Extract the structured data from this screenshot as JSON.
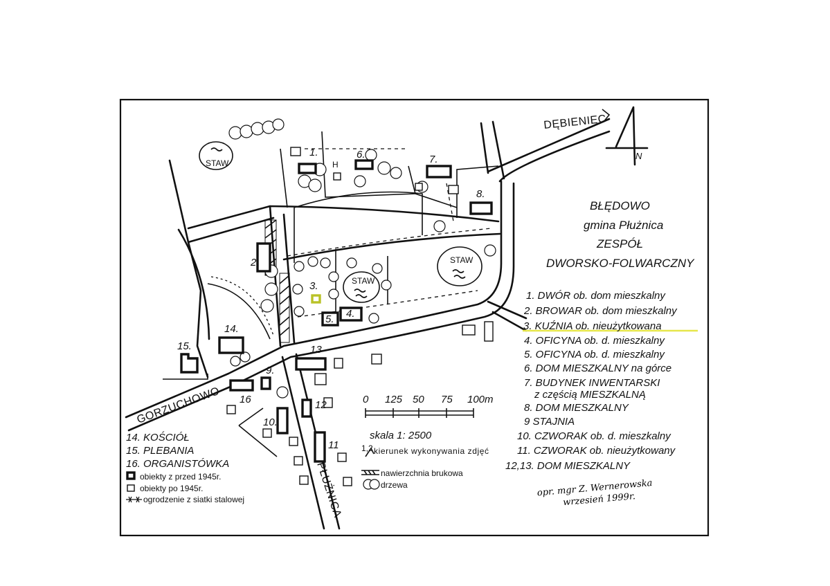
{
  "title": {
    "line1": "BŁĘDOWO",
    "line2": "gmina Płużnica",
    "line3": "ZESPÓŁ",
    "line4": "DWORSKO-FOLWARCZNY"
  },
  "north_label": "N",
  "roads": {
    "debieniec": "DĘBIENIEC",
    "gorzuchowo": "GORZUCHOWO",
    "pluznica": "PŁUŻNICA"
  },
  "ponds": {
    "p1": "STAW",
    "p2": "STAW",
    "p3": "STAW"
  },
  "map_letters": {
    "h": "H"
  },
  "building_numbers": {
    "b1": "1.",
    "b2": "2.",
    "b3": "3.",
    "b4": "4.",
    "b5": "5.",
    "b6": "6.",
    "b7": "7.",
    "b8": "8.",
    "b9": "9.",
    "b10": "10.",
    "b11": "11",
    "b12": "12",
    "b13": "13",
    "b14": "14.",
    "b15": "15.",
    "b16": "16"
  },
  "legend_main": [
    "1. DWÓR ob. dom mieszkalny",
    "2. BROWAR ob. dom mieszkalny",
    "3. KUŹNIA ob. nieużytkowana",
    "4. OFICYNA ob. d. mieszkalny",
    "5. OFICYNA ob. d. mieszkalny",
    "6. DOM MIESZKALNY na górce",
    "7. BUDYNEK INWENTARSKI",
    "z częścią MIESZKALNĄ",
    "8. DOM MIESZKALNY",
    "9 STAJNIA",
    "10. CZWORAK ob. d. mieszkalny",
    "11. CZWORAK ob. nieużytkowany",
    "12,13. DOM MIESZKALNY"
  ],
  "legend_left": [
    "14. KOŚCIÓŁ",
    "15. PLEBANIA",
    "16. ORGANISTÓWKA"
  ],
  "symbols": {
    "old": "obiekty z przed 1945r.",
    "new": "obiekty po 1945r.",
    "fence": "ogrodzenie z siatki stalowej",
    "photo": "kierunek wykonywania zdjęć",
    "photo_num": "1,2",
    "paving": "nawierzchnia brukowa",
    "trees": "drzewa"
  },
  "scale": {
    "ticks": [
      "0",
      "125",
      "50",
      "75",
      "100m"
    ],
    "label": "skala 1: 2500"
  },
  "signature": {
    "line1": "opr. mgr Z. Wernerowska",
    "line2": "wrzesień 1999r."
  },
  "colors": {
    "highlight": "#e6e64a",
    "ink": "#111111"
  }
}
